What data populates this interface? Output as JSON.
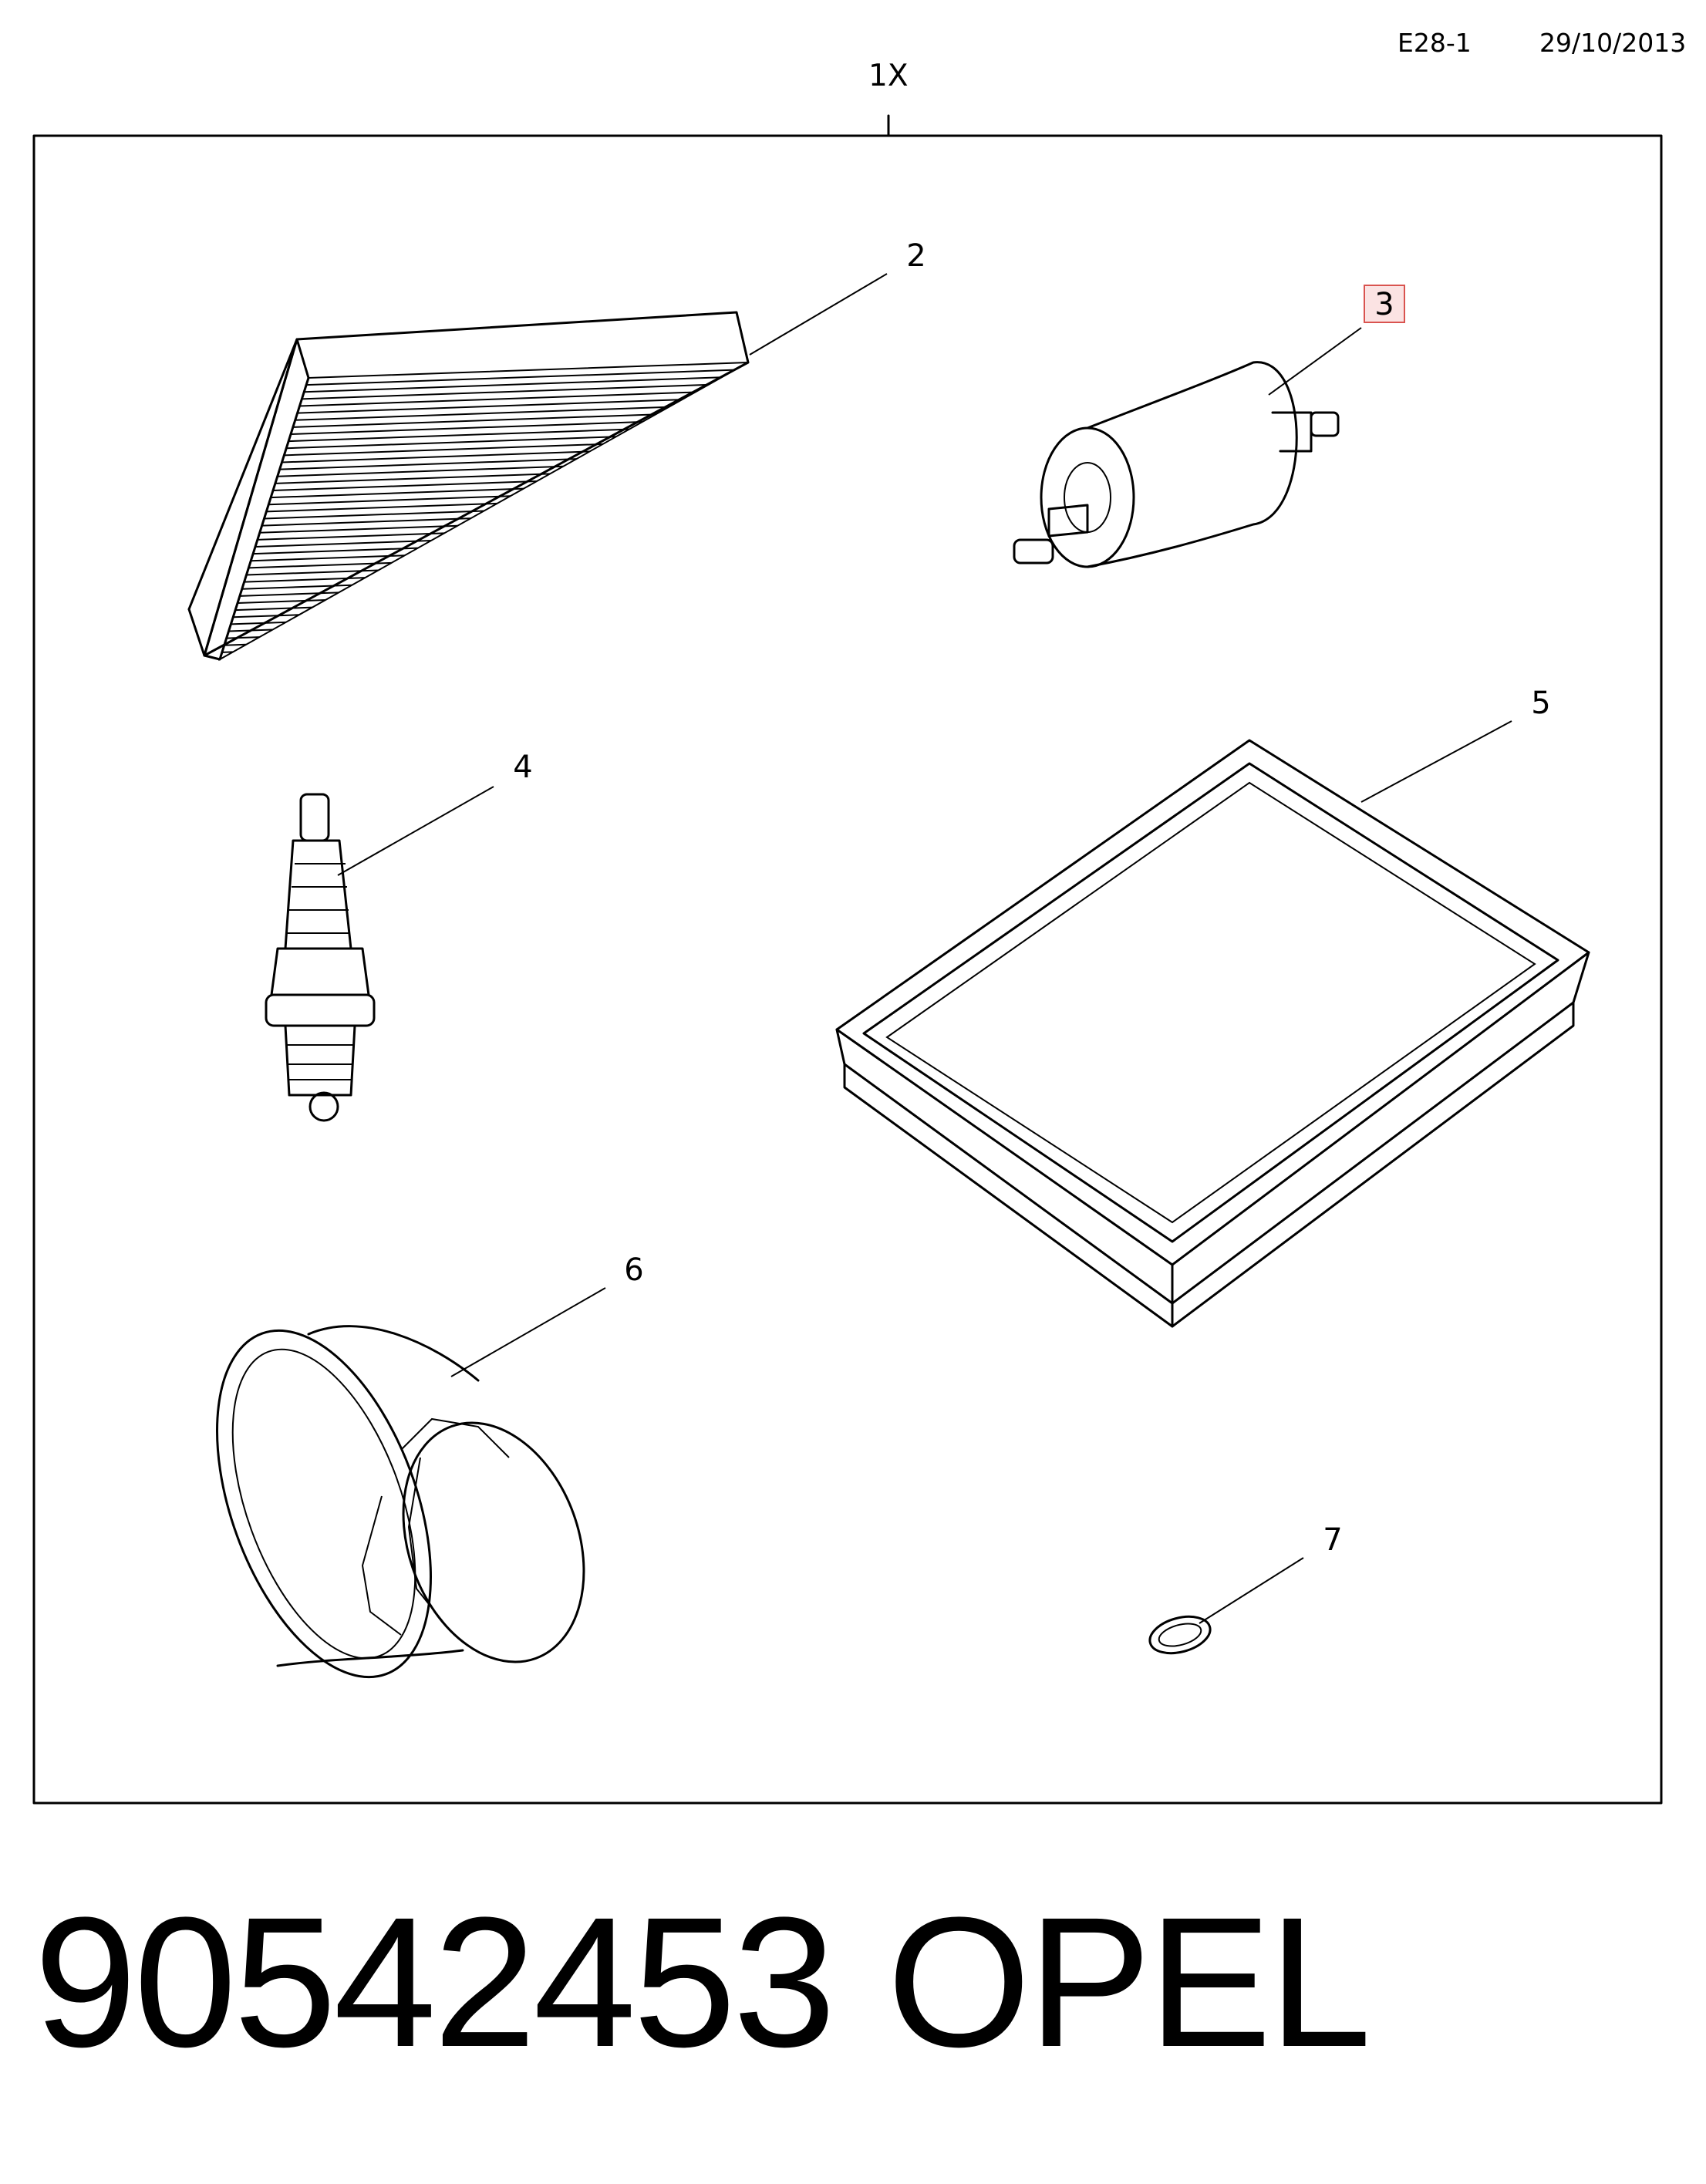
{
  "header": {
    "code": "E28-1",
    "date": "29/10/2013"
  },
  "diagram": {
    "quantity": "1X",
    "callouts": [
      {
        "id": "2",
        "label": "2",
        "highlighted": false
      },
      {
        "id": "3",
        "label": "3",
        "highlighted": true
      },
      {
        "id": "4",
        "label": "4",
        "highlighted": false
      },
      {
        "id": "5",
        "label": "5",
        "highlighted": false
      },
      {
        "id": "6",
        "label": "6",
        "highlighted": false
      },
      {
        "id": "7",
        "label": "7",
        "highlighted": false
      }
    ],
    "highlight_color": "#d9534f",
    "highlight_fill": "#fbe3e3"
  },
  "footer": {
    "part_number": "90542453",
    "brand": "OPEL"
  }
}
